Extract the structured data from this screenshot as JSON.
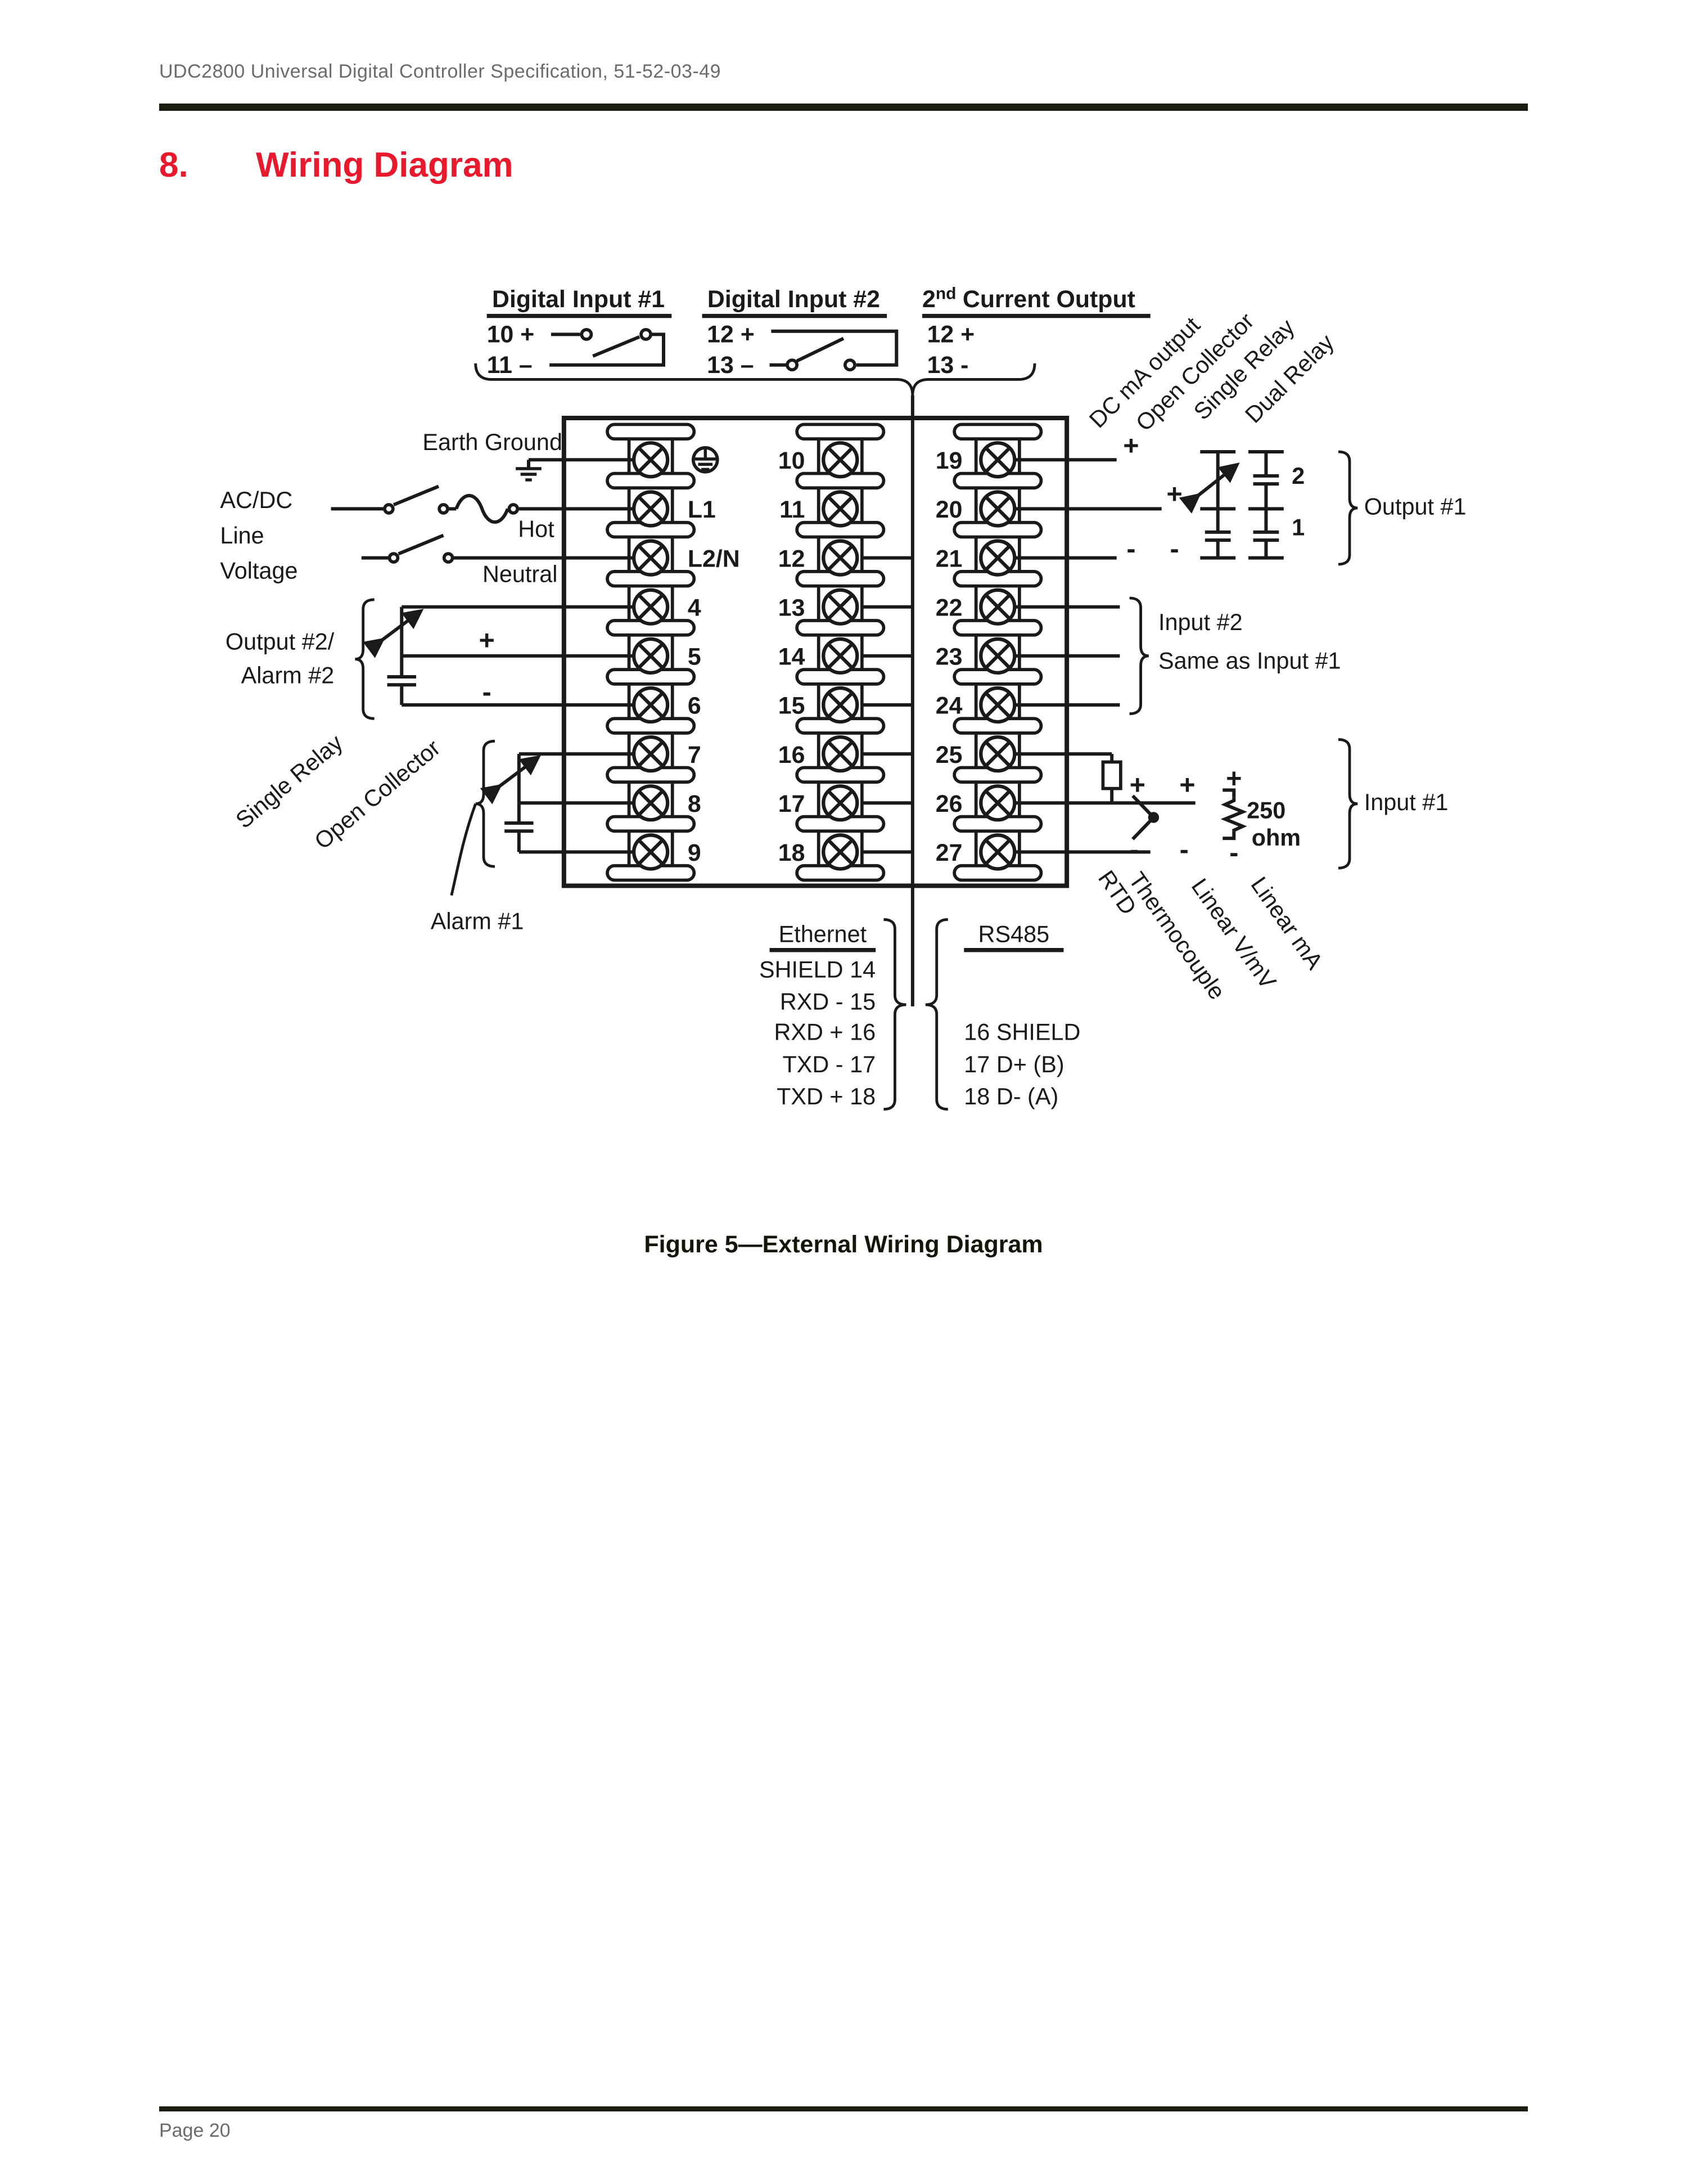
{
  "page": {
    "header_title": "UDC2800 Universal Digital Controller Specification, 51-52-03-49",
    "section_number": "8.",
    "section_title": "Wiring Diagram",
    "figure_caption": "Figure 5—External Wiring Diagram",
    "page_number": "Page 20"
  },
  "colors": {
    "accent_red": "#e8182d",
    "header_gray": "#6a6b6e",
    "line_black": "#1a1a1a"
  },
  "diagram": {
    "digital_input_1": {
      "title": "Digital Input #1",
      "line1": "10 +",
      "line2": "11 –"
    },
    "digital_input_2": {
      "title": "Digital Input #2",
      "line1": "12 +",
      "line2": "13 –"
    },
    "current_output_2": {
      "title_base": "2",
      "title_sup": "nd",
      "title_rest": "Current Output",
      "line1": "12 +",
      "line2": "13 -"
    },
    "left": {
      "earth_ground": "Earth Ground",
      "acdc_1": "AC/DC",
      "acdc_2": "Line",
      "acdc_3": "Voltage",
      "hot": "Hot",
      "neutral": "Neutral",
      "output2_1": "Output #2/",
      "output2_2": "Alarm #2",
      "plus": "+",
      "minus": "-",
      "single_relay": "Single Relay",
      "open_collector": "Open Collector",
      "alarm1": "Alarm #1"
    },
    "terminals": {
      "left_labels": [
        "L1",
        "L2/N",
        "4",
        "5",
        "6",
        "7",
        "8",
        "9"
      ],
      "middle": [
        "10",
        "11",
        "12",
        "13",
        "14",
        "15",
        "16",
        "17",
        "18"
      ],
      "right": [
        "19",
        "20",
        "21",
        "22",
        "23",
        "24",
        "25",
        "26",
        "27"
      ]
    },
    "right": {
      "rot_top": [
        "DC mA output",
        "Open Collector",
        "Single Relay",
        "Dual Relay"
      ],
      "plus": "+",
      "minus": "-",
      "relay2": "2",
      "relay1": "1",
      "output1": "Output #1",
      "input2_1": "Input #2",
      "input2_2": "Same as Input #1",
      "input1": "Input #1",
      "r250": "250",
      "ohm": "ohm",
      "rot_bottom": [
        "RTD",
        "Thermocouple",
        "Linear V/mV",
        "Linear mA"
      ]
    },
    "bottom": {
      "ethernet_title": "Ethernet",
      "ethernet_items": [
        "SHIELD 14",
        "RXD - 15",
        "RXD + 16",
        "TXD - 17",
        "TXD + 18"
      ],
      "rs485_title": "RS485",
      "rs485_items": [
        "16 SHIELD",
        "17 D+ (B)",
        "18 D- (A)"
      ]
    }
  }
}
